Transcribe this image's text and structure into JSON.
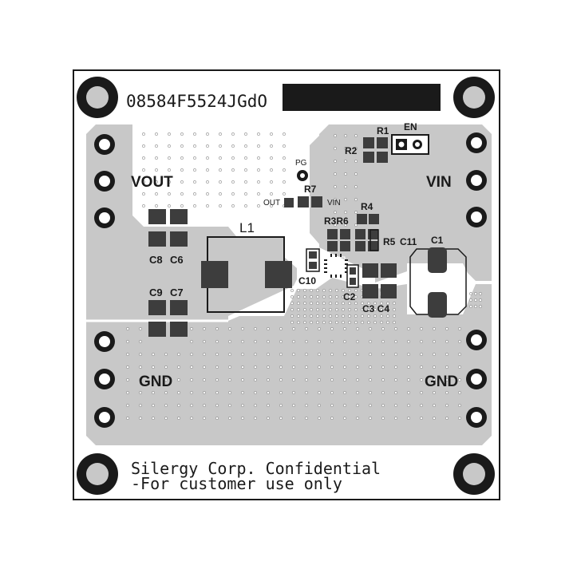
{
  "board": {
    "part_number": "08584F5524JGdO",
    "footer_line1": "Silergy Corp. Confidential",
    "footer_line2": "-For customer use only"
  },
  "labels": {
    "vout": "VOUT",
    "vin": "VIN",
    "gnd_left": "GND",
    "gnd_right": "GND",
    "en": "EN",
    "pg": "PG",
    "out": "OUT",
    "vin_small": "VIN",
    "l1": "L1",
    "r1": "R1",
    "r2": "R2",
    "r3r6": "R3R6",
    "r4": "R4",
    "r5": "R5",
    "r7": "R7",
    "c1": "C1",
    "c2": "C2",
    "c3c4": "C3 C4",
    "c6": "C6",
    "c7": "C7",
    "c8": "C8",
    "c9": "C9",
    "c10": "C10",
    "c11": "C11"
  },
  "colors": {
    "copper": "#c8c8c8",
    "pad": "#3d3d3d",
    "silkscreen": "#1a1a1a",
    "background": "#ffffff",
    "redaction": "#1a1a1a"
  }
}
